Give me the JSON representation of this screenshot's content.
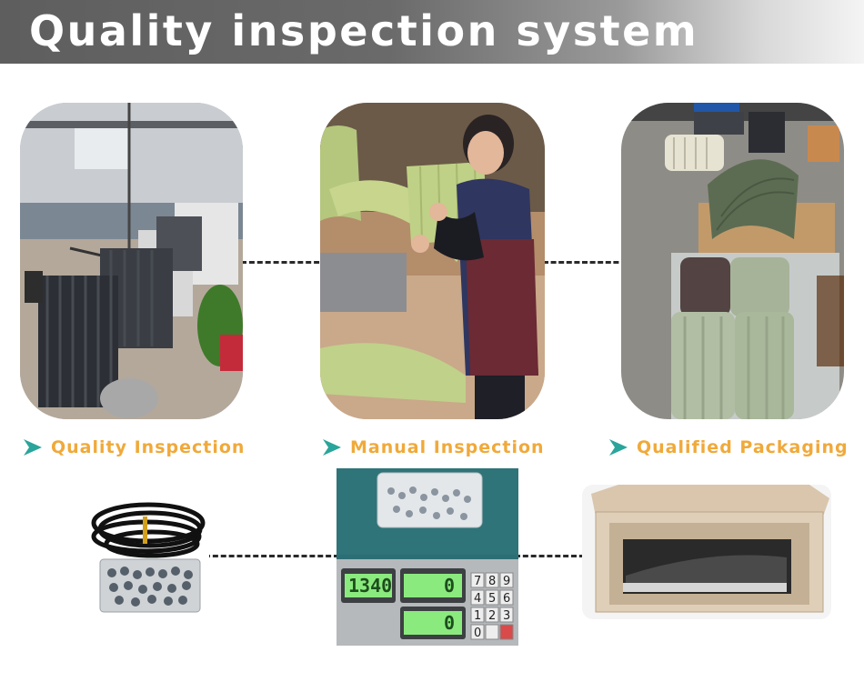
{
  "header": {
    "title": "Quality inspection system"
  },
  "steps": [
    {
      "label": "Quality Inspection"
    },
    {
      "label": "Manual Inspection"
    },
    {
      "label": "Qualified Packaging"
    }
  ],
  "scale": {
    "display_top": "1340",
    "display_mid": "0",
    "display_bottom": "0",
    "keys": [
      "7",
      "8",
      "9",
      "4",
      "5",
      "6",
      "1",
      "2",
      "3",
      "0"
    ]
  },
  "colors": {
    "accent": "#f0a93a",
    "arrow": "#2aa59b",
    "header_bg": "#5e5e5e"
  },
  "icons": {
    "step_marker": "teal-arrow-icon"
  }
}
